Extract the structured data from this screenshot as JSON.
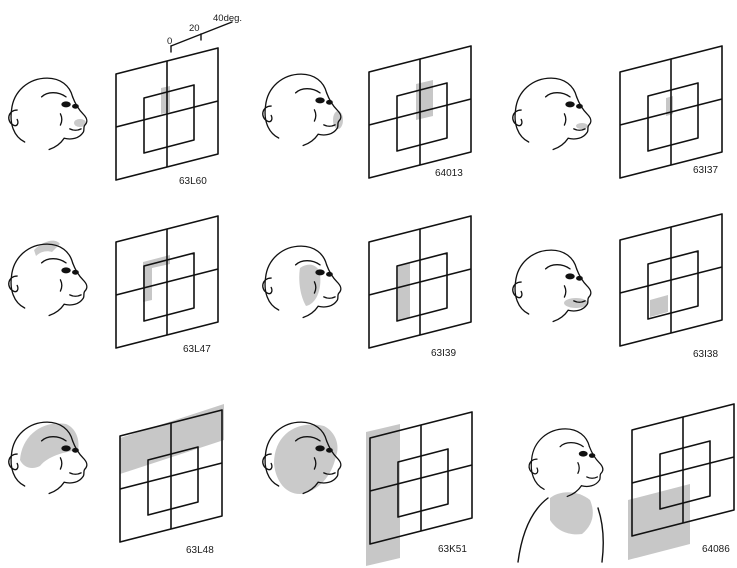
{
  "scale_bar": {
    "ticks": [
      "0",
      "20",
      "40deg."
    ]
  },
  "panels": [
    {
      "label": "63L60"
    },
    {
      "label": "64013"
    },
    {
      "label": "63I37"
    },
    {
      "label": "63L47"
    },
    {
      "label": "63I39"
    },
    {
      "label": "63I38"
    },
    {
      "label": "63L48"
    },
    {
      "label": "63K51"
    },
    {
      "label": "64086"
    }
  ],
  "colors": {
    "ink": "#111111",
    "receptive_field": "#bdbdbd"
  }
}
